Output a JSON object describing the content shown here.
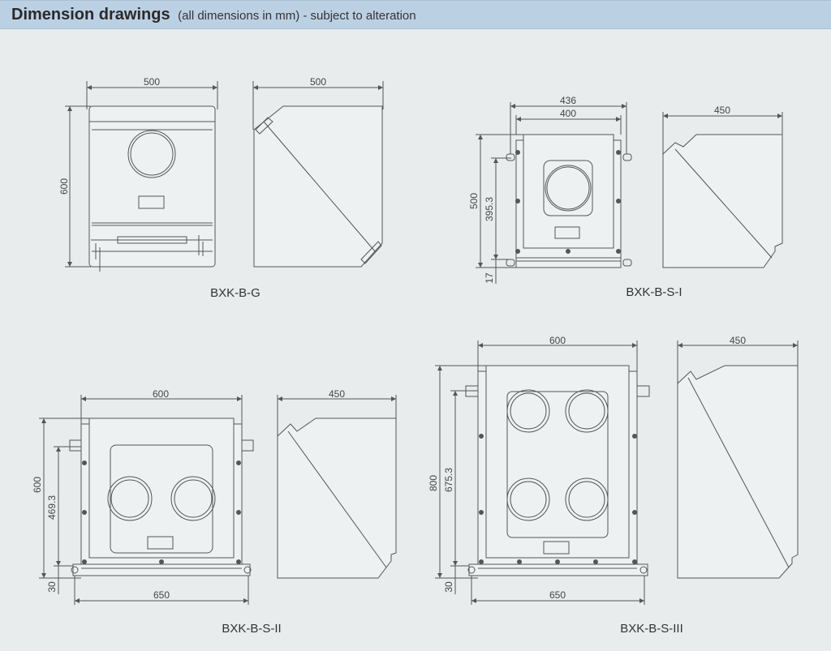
{
  "header": {
    "title": "Dimension drawings",
    "subtitle": "(all dimensions in mm) - subject to alteration"
  },
  "colors": {
    "header_band": "#bcd0e4",
    "background": "#e8eced",
    "line": "#555555"
  },
  "drawings": [
    {
      "model": "BXK-B-G",
      "front": {
        "width": "500",
        "height": "600"
      },
      "side": {
        "depth": "500"
      }
    },
    {
      "model": "BXK-B-S-I",
      "front": {
        "outer_width": "436",
        "inner_width": "400",
        "height": "500",
        "mount_height": "395.3",
        "bottom_offset": "17"
      },
      "side": {
        "depth": "450"
      }
    },
    {
      "model": "BXK-B-S-II",
      "front": {
        "width": "600",
        "height": "600",
        "mount_height": "469.3",
        "bottom_offset": "30",
        "base_width": "650"
      },
      "side": {
        "depth": "450"
      }
    },
    {
      "model": "BXK-B-S-III",
      "front": {
        "width": "600",
        "height": "800",
        "mount_height": "675.3",
        "bottom_offset": "30",
        "base_width": "650"
      },
      "side": {
        "depth": "450"
      }
    }
  ]
}
